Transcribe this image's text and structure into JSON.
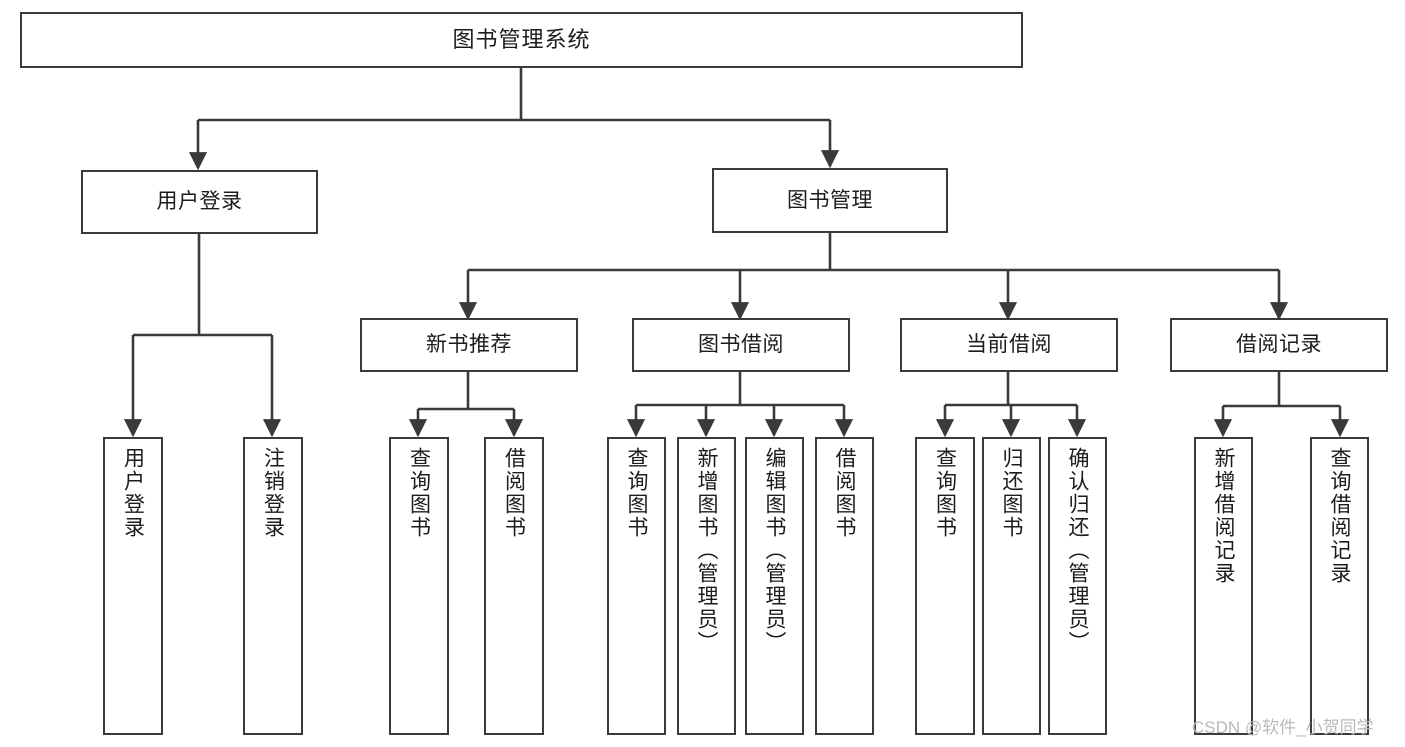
{
  "diagram": {
    "title": "图书管理系统",
    "type": "功能结构图",
    "stroke_color": "#3a3a3a",
    "background_color": "#ffffff",
    "text_color": "#1c1c1c"
  },
  "nodes": {
    "root": {
      "label": "图书管理系统"
    },
    "level2": [
      {
        "key": "user_login",
        "label": "用户登录"
      },
      {
        "key": "book_manage",
        "label": "图书管理"
      }
    ],
    "level3": [
      {
        "key": "new_book_rec",
        "label": "新书推荐"
      },
      {
        "key": "book_borrow",
        "label": "图书借阅"
      },
      {
        "key": "current_borrow",
        "label": "当前借阅"
      },
      {
        "key": "borrow_record",
        "label": "借阅记录"
      }
    ],
    "leaves": {
      "user_login": [
        {
          "key": "leaf_user_login",
          "label": "用户登录"
        },
        {
          "key": "leaf_user_logout",
          "label": "注销登录"
        }
      ],
      "new_book_rec": [
        {
          "key": "leaf_query_book_1",
          "label": "查询图书"
        },
        {
          "key": "leaf_borrow_book_1",
          "label": "借阅图书"
        }
      ],
      "book_borrow": [
        {
          "key": "leaf_query_book_2",
          "label": "查询图书"
        },
        {
          "key": "leaf_add_book",
          "label": "新增图书（管理员）"
        },
        {
          "key": "leaf_edit_book",
          "label": "编辑图书（管理员）"
        },
        {
          "key": "leaf_borrow_book_2",
          "label": "借阅图书"
        }
      ],
      "current_borrow": [
        {
          "key": "leaf_query_book_3",
          "label": "查询图书"
        },
        {
          "key": "leaf_return_book",
          "label": "归还图书"
        },
        {
          "key": "leaf_confirm_return",
          "label": "确认归还（管理员）"
        }
      ],
      "borrow_record": [
        {
          "key": "leaf_add_record",
          "label": "新增借阅记录"
        },
        {
          "key": "leaf_query_record",
          "label": "查询借阅记录"
        }
      ]
    }
  },
  "watermark": {
    "text": "CSDN @软件_小贺同学"
  }
}
